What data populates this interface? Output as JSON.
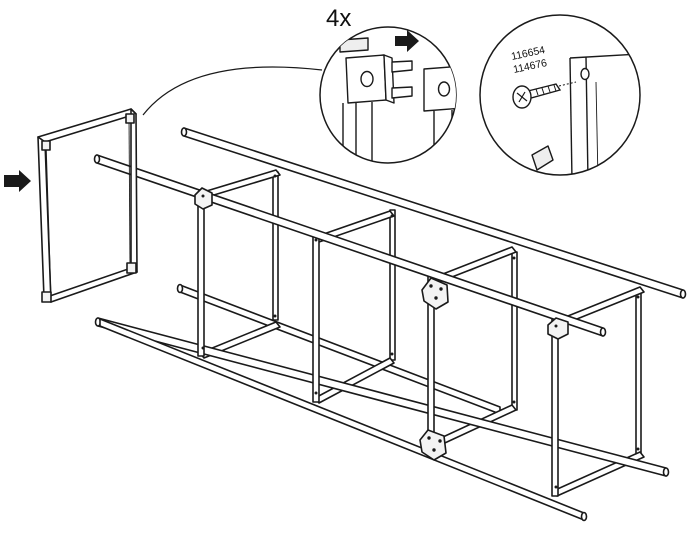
{
  "callout": {
    "quantity": "4x",
    "part_numbers": [
      "116654",
      "114676"
    ]
  }
}
